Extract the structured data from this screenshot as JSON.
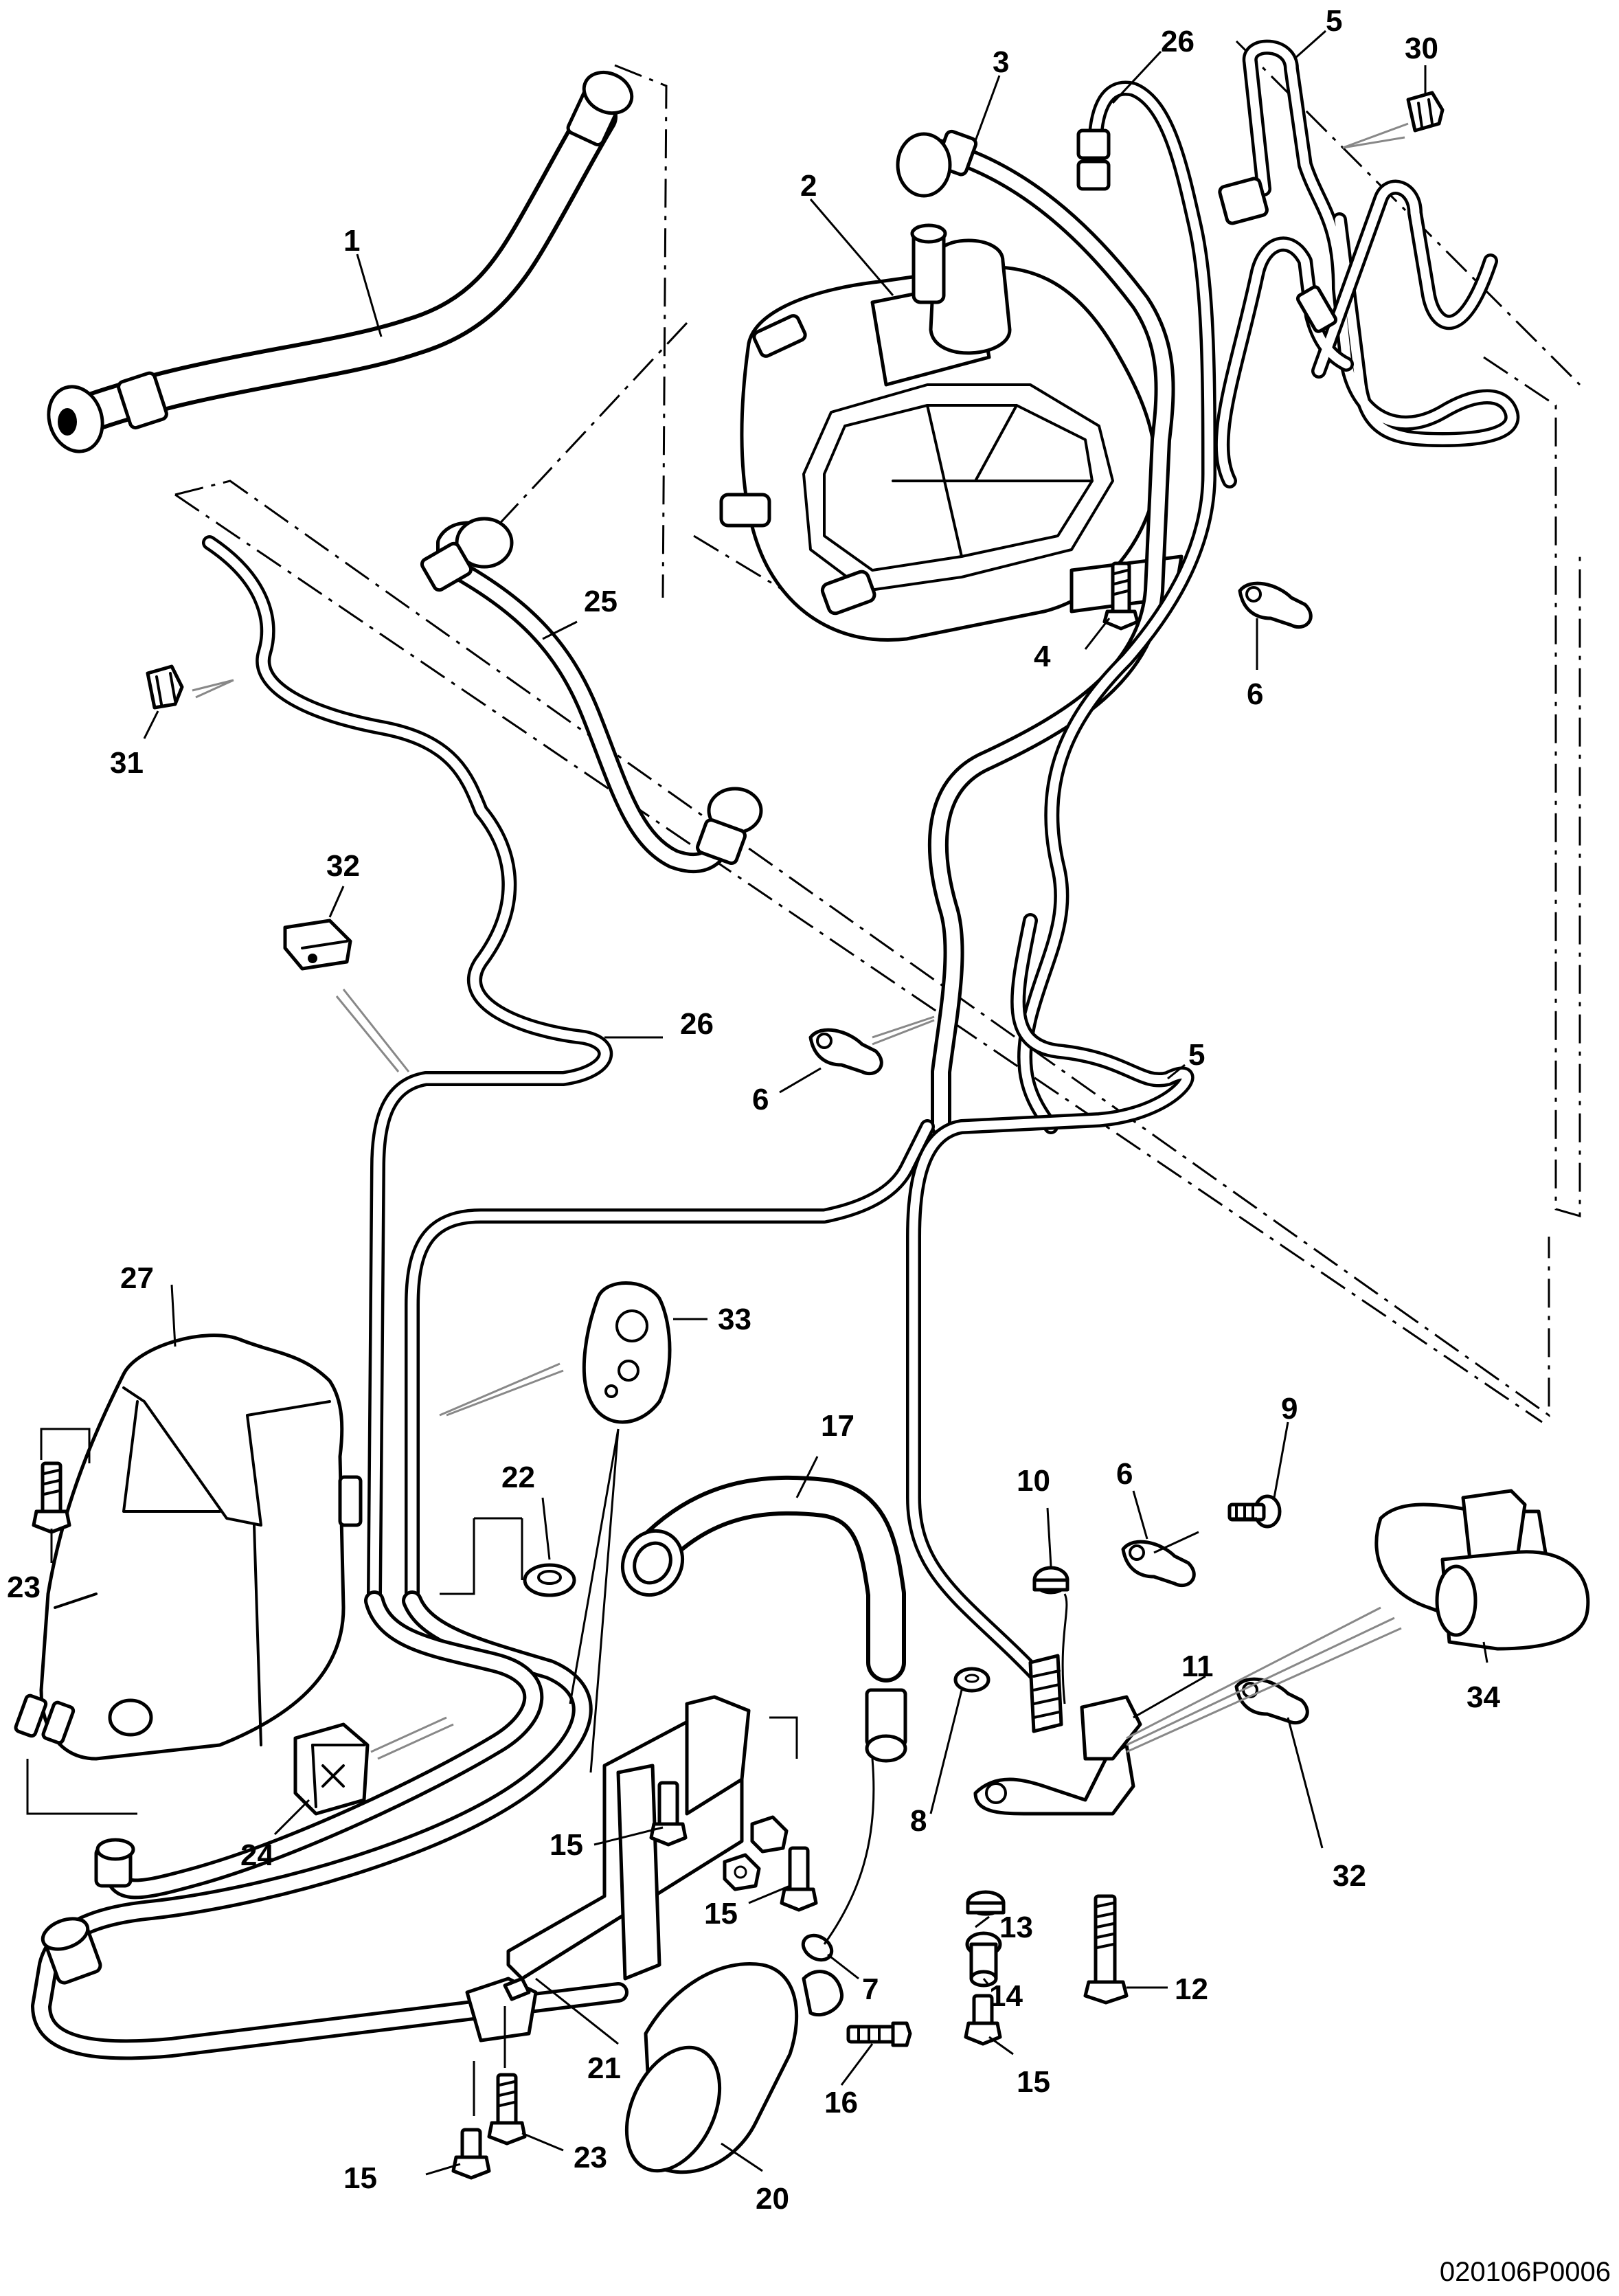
{
  "callouts": {
    "c1": "1",
    "c2": "2",
    "c3": "3",
    "c4": "4",
    "c5a": "5",
    "c5b": "5",
    "c6a": "6",
    "c6b": "6",
    "c6c": "6",
    "c7": "7",
    "c8": "8",
    "c9": "9",
    "c10": "10",
    "c11": "11",
    "c12": "12",
    "c13": "13",
    "c14": "14",
    "c15a": "15",
    "c15b": "15",
    "c15c": "15",
    "c15d": "15",
    "c16": "16",
    "c17": "17",
    "c20": "20",
    "c21": "21",
    "c22": "22",
    "c23a": "23",
    "c23b": "23",
    "c24": "24",
    "c25": "25",
    "c26a": "26",
    "c26b": "26",
    "c27": "27",
    "c30": "30",
    "c31": "31",
    "c32a": "32",
    "c32b": "32",
    "c33": "33",
    "c34": "34"
  },
  "drawing_code": "020106P0006"
}
